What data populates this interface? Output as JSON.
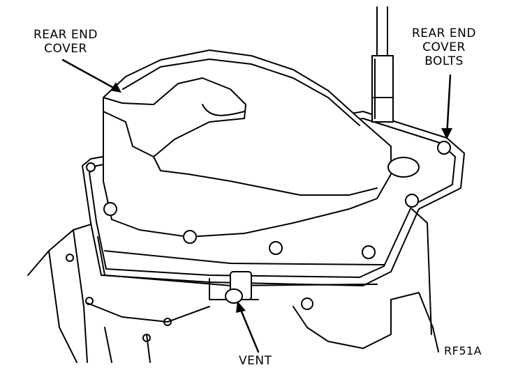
{
  "labels": {
    "rear_end_cover": [
      "REAR END",
      "COVER"
    ],
    "rear_end_cover_bolts": [
      "REAR END",
      "COVER",
      "BOLTS"
    ],
    "vent": "VENT",
    "figure_code": "RF51A"
  },
  "colors": {
    "ink": "#000000",
    "paper": "#ffffff",
    "shade": "#d8d8d8"
  }
}
